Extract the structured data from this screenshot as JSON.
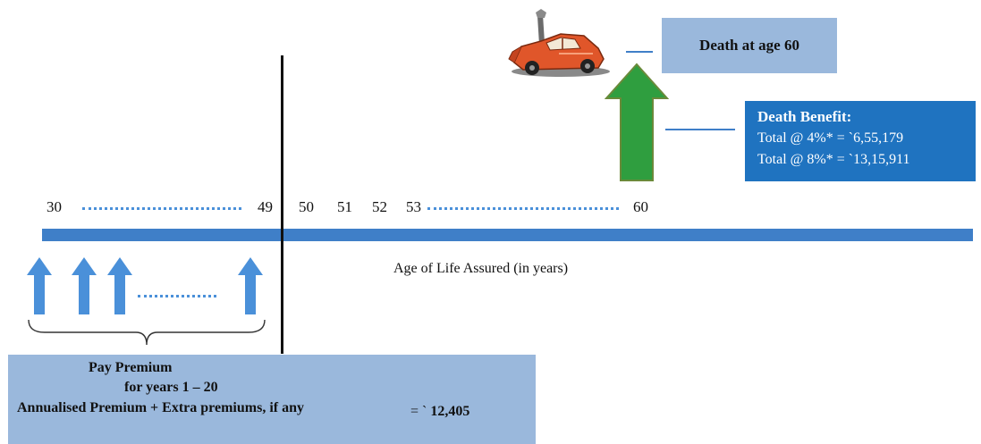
{
  "timeline": {
    "ticks": [
      "30",
      "49",
      "50",
      "51",
      "52",
      "53",
      "60"
    ],
    "axis_label": "Age of Life Assured (in years)"
  },
  "death_event": {
    "label": "Death at age 60",
    "icon": "car-crash-icon"
  },
  "death_benefit": {
    "title": "Death Benefit:",
    "line_4pct_prefix": "Total @ 4%* = `",
    "line_4pct_value": "6,55,179",
    "line_8pct_prefix": "Total @ 8%* = `",
    "line_8pct_value": "13,15,911"
  },
  "premium": {
    "line1": "Pay Premium",
    "line2": "for years 1 – 20",
    "line3": "Annualised Premium + Extra premiums, if any",
    "amount_prefix": "= `",
    "amount_value": "12,405"
  },
  "colors": {
    "timeline": "#3f7fc8",
    "premium_arrow": "#4a90d9",
    "benefit_arrow": "#2f9e3f",
    "benefit_box": "#1f73c0",
    "light_box": "#9ab8dc"
  }
}
